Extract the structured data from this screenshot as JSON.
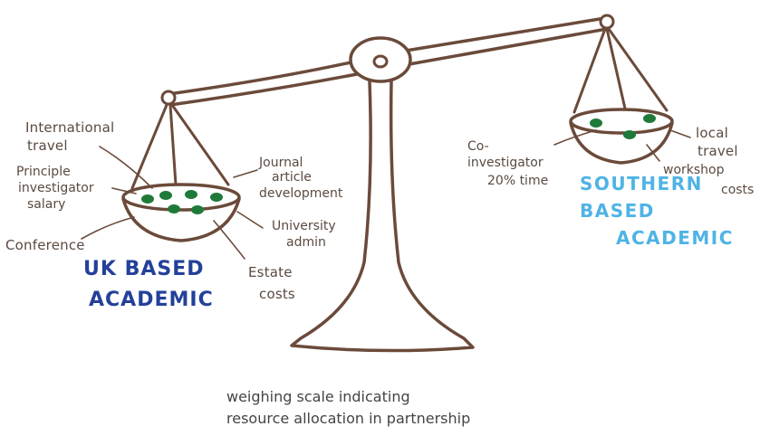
{
  "colors": {
    "ink": "#6b4a3a",
    "dots": "#1f7a3a",
    "uk_title": "#23409a",
    "south_title": "#4fb3e6",
    "annotation": "#5a4a40"
  },
  "left_pan": {
    "title_line1": "UK BASED",
    "title_line2": "ACADEMIC",
    "labels": {
      "international_travel_1": "International",
      "international_travel_2": "travel",
      "principle_investigator_1": "Principle",
      "principle_investigator_2": "investigator",
      "principle_investigator_3": "salary",
      "conference": "Conference",
      "journal_article_1": "Journal",
      "journal_article_2": "article",
      "journal_article_3": "development",
      "university_admin_1": "University",
      "university_admin_2": "admin",
      "estate_costs_1": "Estate",
      "estate_costs_2": "costs"
    }
  },
  "right_pan": {
    "title_line1": "SOUTHERN",
    "title_line2": "BASED",
    "title_line3": "ACADEMIC",
    "labels": {
      "coinvestigator_1": "Co-",
      "coinvestigator_2": "investigator",
      "coinvestigator_3": "20% time",
      "local_travel_1": "local",
      "local_travel_2": "travel",
      "workshop_costs_1": "workshop",
      "workshop_costs_2": "costs"
    }
  },
  "caption": {
    "line1": "weighing scale indicating",
    "line2": "resource allocation in partnership"
  }
}
